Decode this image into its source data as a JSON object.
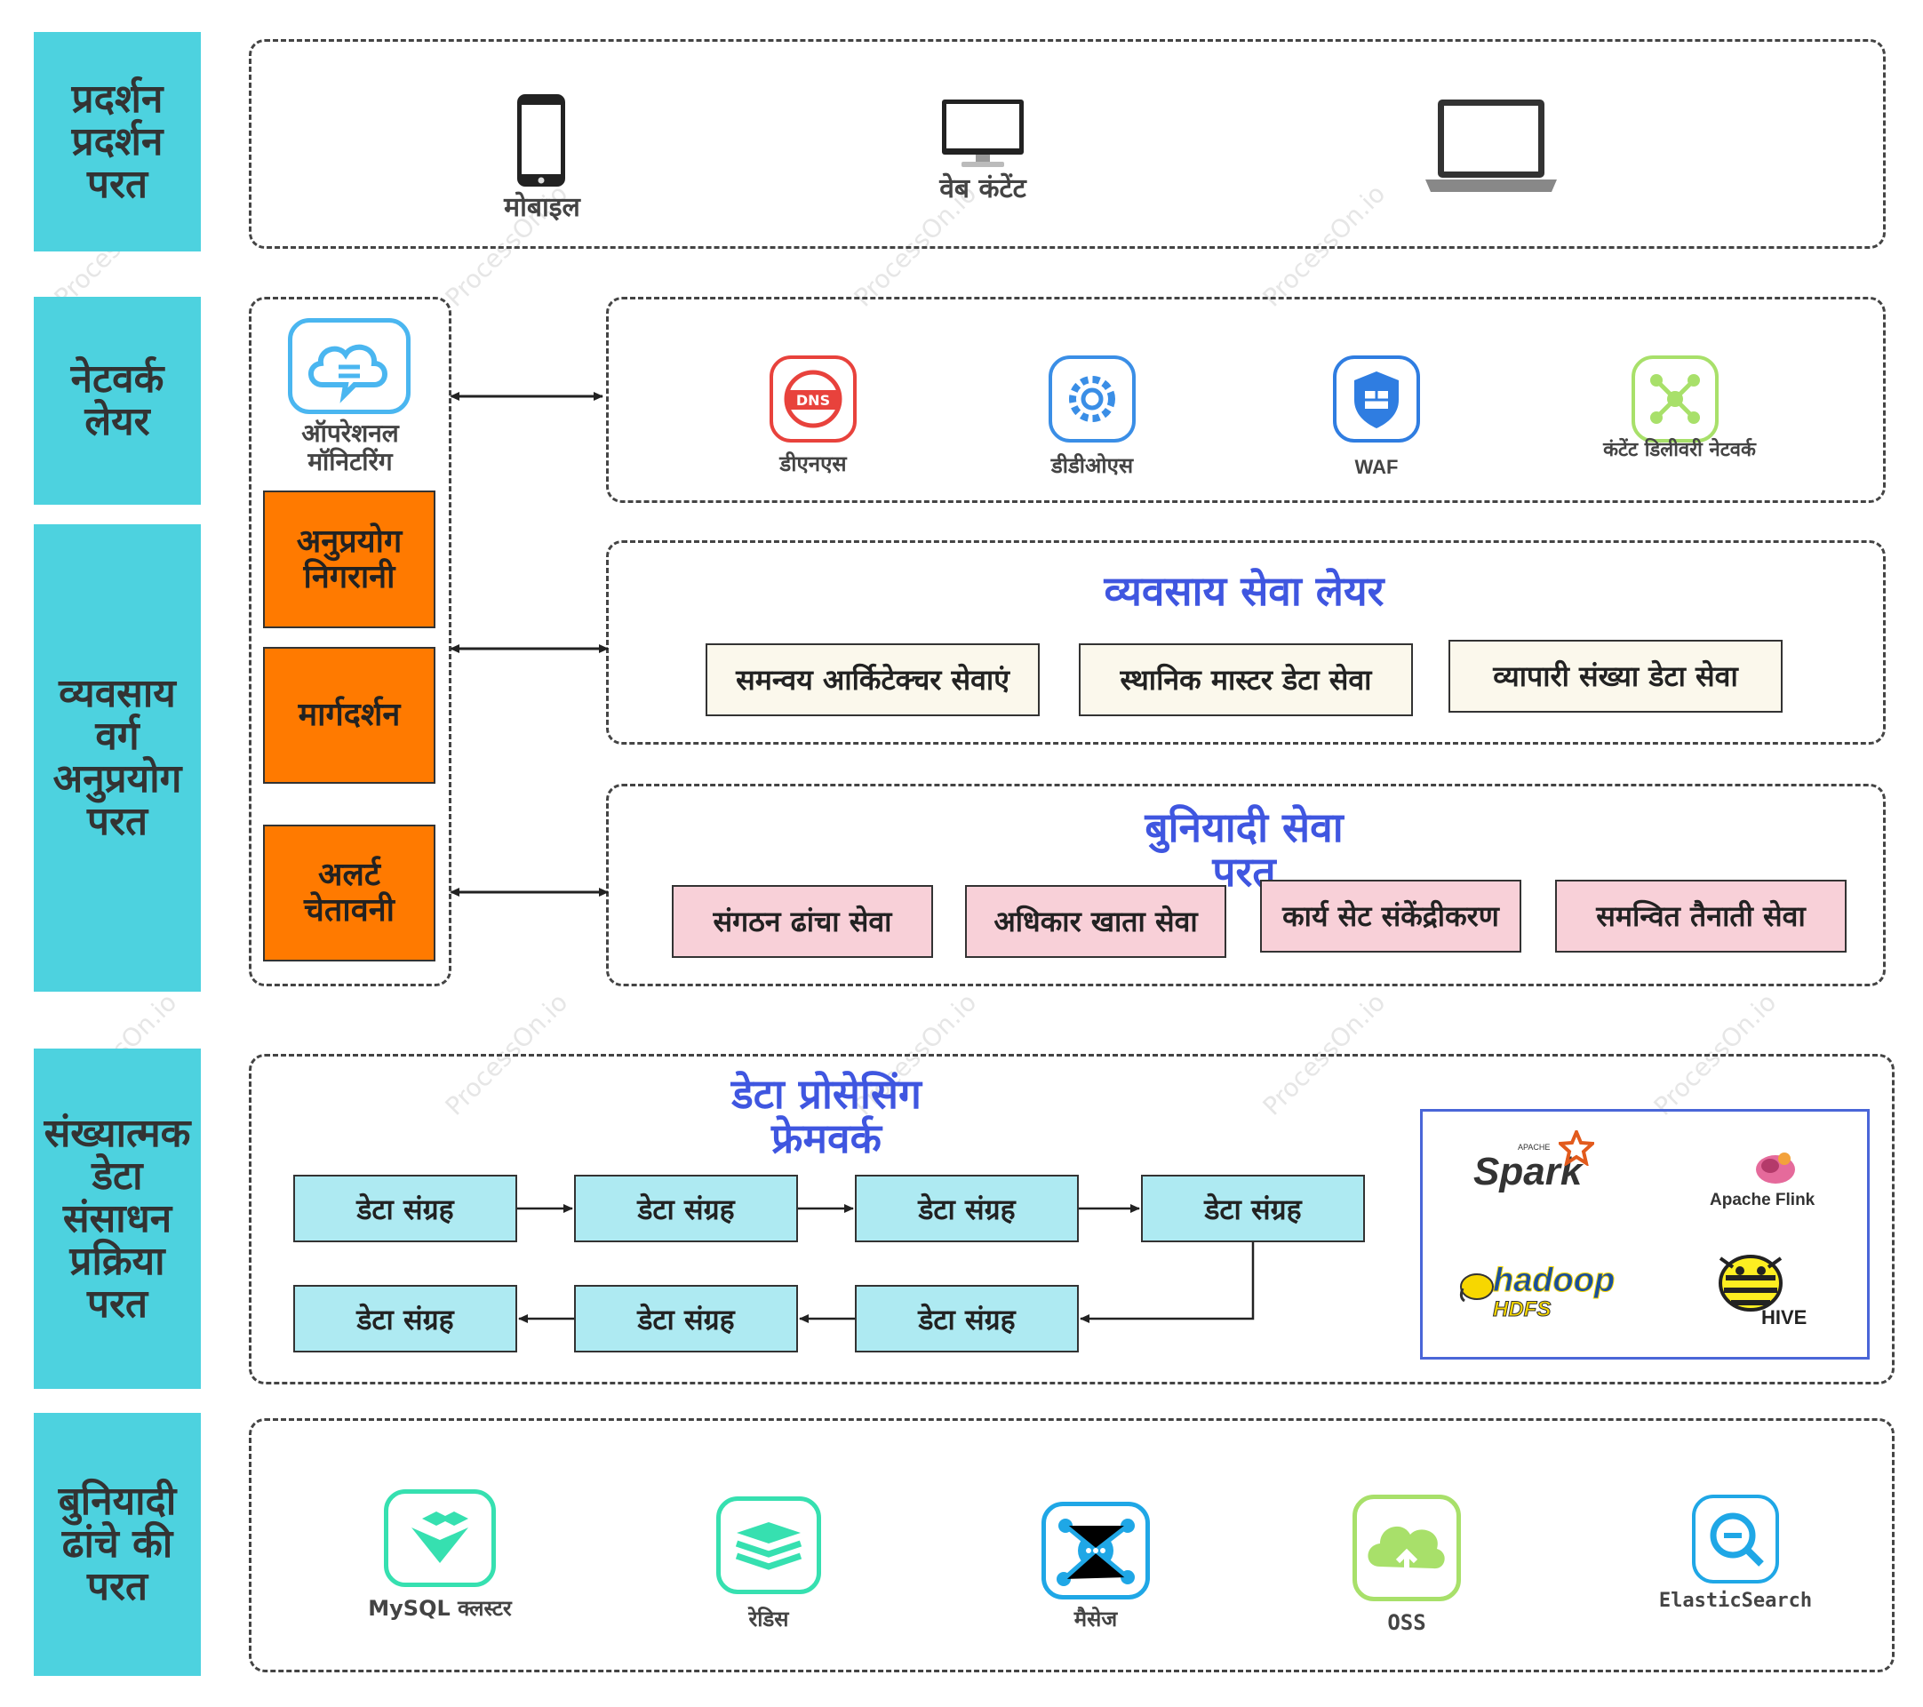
{
  "layers": {
    "presentation": "प्रदर्शन प्रदर्शन परत",
    "network": "नेटवर्क लेयर",
    "business": "व्यवसाय वर्ग अनुप्रयोग परत",
    "data_processing": "संख्यात्मक डेटा संसाधन प्रक्रिया परत",
    "infrastructure": "बुनियादी ढांचे की परत"
  },
  "presentation": {
    "mobile_label": "मोबाइल",
    "web_label": "वेब कंटेंट",
    "laptop_label": ""
  },
  "monitoring": {
    "ops_label": "ऑपरेशनल मॉनिटरिंग",
    "app_monitor": "अनुप्रयोग निगरानी",
    "guidance": "मार्गदर्शन",
    "alert": "अलर्ट चेतावनी"
  },
  "network": {
    "dns": "डीएनएस",
    "ddos": "डीडीओएस",
    "waf": "WAF",
    "cdn": "कंटेंट डिलीवरी नेटवर्क"
  },
  "business": {
    "title": "व्यवसाय सेवा लेयर",
    "items": [
      "समन्वय आर्किटेक्चर सेवाएं",
      "स्थानिक मास्टर डेटा सेवा",
      "व्यापारी संख्या डेटा सेवा"
    ]
  },
  "basic": {
    "title": "बुनियादी सेवा परत",
    "items": [
      "संगठन ढांचा सेवा",
      "अधिकार खाता सेवा",
      "कार्य सेट संकेंद्रीकरण",
      "समन्वित तैनाती सेवा"
    ]
  },
  "processing": {
    "title": "डेटा प्रोसेसिंग फ्रेमवर्क",
    "row1": [
      "डेटा संग्रह",
      "डेटा संग्रह",
      "डेटा संग्रह",
      "डेटा संग्रह"
    ],
    "row2": [
      "डेटा संग्रह",
      "डेटा संग्रह",
      "डेटा संग्रह"
    ],
    "logos": {
      "spark_small": "APACHE",
      "spark": "Spark",
      "flink": "Apache Flink",
      "hadoop": "hadoop",
      "hdfs": "HDFS",
      "hive": "HIVE"
    }
  },
  "infra": {
    "mysql": "MySQL क्लस्टर",
    "redis": "रेडिस",
    "mq": "मैसेज",
    "oss": "OSS",
    "es": "ElasticSearch"
  },
  "colors": {
    "layer_bg": "#4dd2df",
    "accent_title": "#3f56e0",
    "orange": "#ff7a00",
    "pink": "#f8d0d8",
    "cyan_box": "#aeeaf2",
    "cream": "#fbf8ec"
  }
}
